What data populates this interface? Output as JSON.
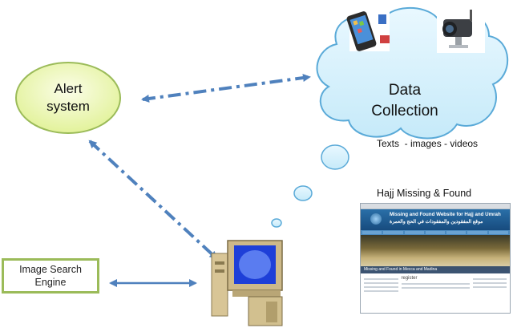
{
  "alert_system": {
    "label_line1": "Alert",
    "label_line2": "system"
  },
  "data_collection": {
    "label_line1": "Data",
    "label_line2": "Collection",
    "sources_caption": "Texts  - images - videos"
  },
  "image_search_engine": {
    "label": "Image Search Engine"
  },
  "website": {
    "caption": "Hajj Missing & Found",
    "header_title": "Missing and Found Website for Hajj and Umrah",
    "header_arabic": "موقع المفقودين والمفقودات في الحج والعمرة",
    "photo_caption": "Missing and Found in Mecca and Madina",
    "register_label": "register"
  },
  "colors": {
    "arrow": "#4f81bd",
    "ellipse_fill": "#eef7c0",
    "ellipse_stroke": "#9bbb59",
    "cloud_fill": "#d6f0fb",
    "cloud_stroke": "#5aaad8",
    "box_border": "#9bbb59"
  },
  "icons": [
    "smartphone-icon",
    "security-camera-icon",
    "computer-icon"
  ]
}
